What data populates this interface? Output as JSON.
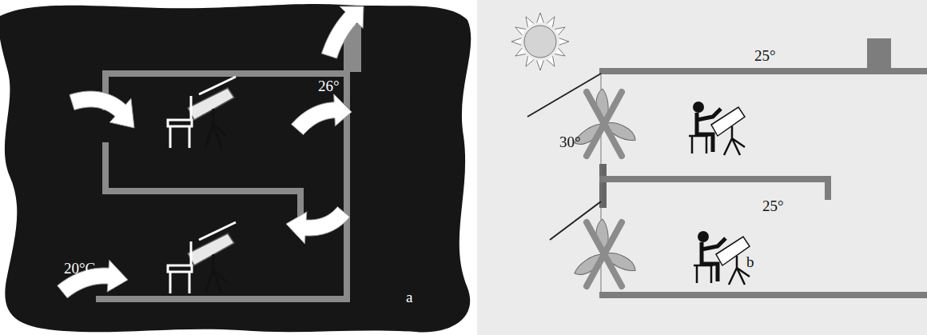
{
  "diagram": {
    "labels": [
      "26°",
      "20°C",
      "a",
      "30°",
      "25°",
      "25°",
      "b"
    ]
  }
}
